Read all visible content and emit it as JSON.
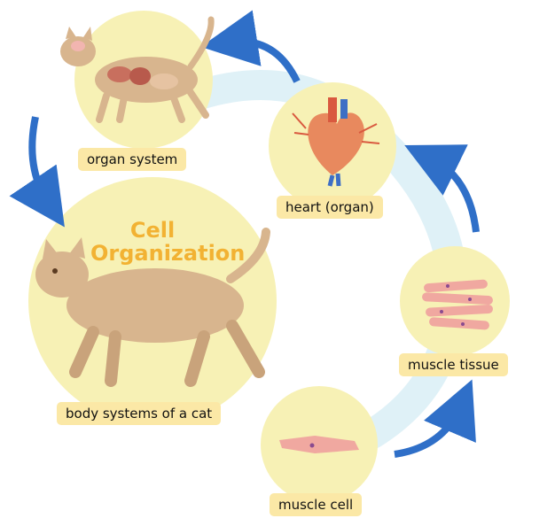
{
  "diagram": {
    "title_line1": "Cell",
    "title_line2": "Organization",
    "labels": {
      "organ_system": "organ system",
      "heart": "heart (organ)",
      "muscle_tissue": "muscle tissue",
      "muscle_cell": "muscle cell",
      "body_systems": "body systems of a cat"
    }
  },
  "colors": {
    "circle_fill": "#f7f1b5",
    "ring_band": "#dff1f7",
    "arrow": "#2f6fc8",
    "label_fill": "#fbe8a6",
    "title": "#f2b233",
    "cat_fur": "#d8b58e",
    "muscle": "#f0a8a0"
  }
}
